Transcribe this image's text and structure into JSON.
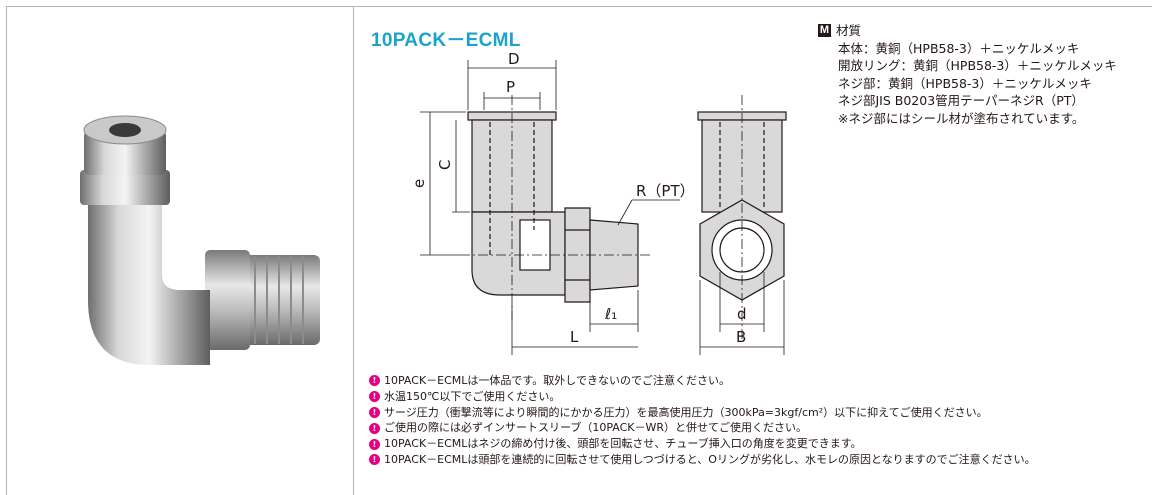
{
  "product": {
    "name": "10PACK－ECML"
  },
  "drawing": {
    "labels": {
      "D": "D",
      "P": "P",
      "C": "C",
      "e": "e",
      "R": "R（PT）",
      "l1": "ℓ₁",
      "L": "L",
      "d": "d",
      "B": "B"
    }
  },
  "material": {
    "badge": "M",
    "heading": "材質",
    "lines": [
      "本体：黄銅（HPB58-3）＋ニッケルメッキ",
      "開放リング：黄銅（HPB58-3）＋ニッケルメッキ",
      "ネジ部：黄銅（HPB58-3）＋ニッケルメッキ",
      "ネジ部JIS B0203管用テーパーネジR（PT）",
      "※ネジ部にはシール材が塗布されています。"
    ]
  },
  "notes": [
    "10PACK－ECMLは一体品です。取外しできないのでご注意ください。",
    "水温150℃以下でご使用ください。",
    "サージ圧力（衝撃流等により瞬間的にかかる圧力）を最高使用圧力（300kPa=3kgf/cm²）以下に抑えてご使用ください。",
    "ご使用の際には必ずインサートスリーブ（10PACK－WR）と併せてご使用ください。",
    "10PACK－ECMLはネジの締め付け後、頭部を回転させ、チューブ挿入口の角度を変更できます。",
    "10PACK－ECMLは頭部を連続的に回転させて使用しつづけると、Oリングが劣化し、水モレの原因となりますのでご注意ください。"
  ],
  "colors": {
    "title": "#1ba3c9",
    "note_icon": "#e4007f",
    "fitting_fill": "#d9d9d9"
  },
  "icons": {
    "note": "caution-icon",
    "material": "material-badge-icon"
  }
}
